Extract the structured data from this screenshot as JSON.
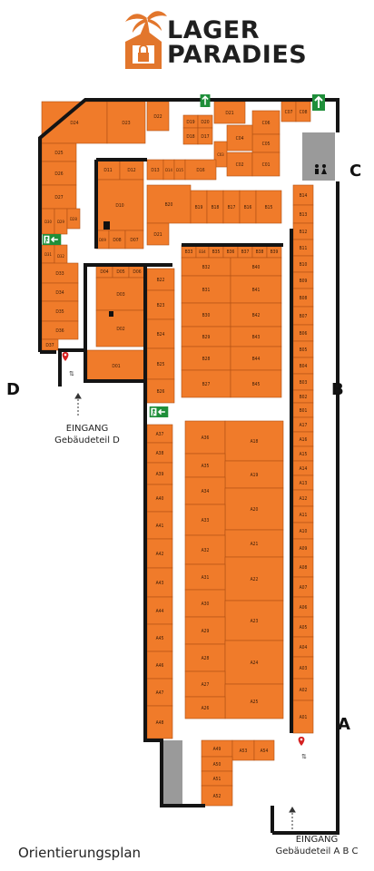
{
  "logo": {
    "line1": "LAGER",
    "line2": "PARADIES"
  },
  "caption": "Orientierungsplan",
  "wings": {
    "a": "A",
    "b": "B",
    "c": "C",
    "d": "D"
  },
  "entrance_d": {
    "title": "EINGANG",
    "sub": "Gebäudeteil D"
  },
  "entrance_abc": {
    "title": "EINGANG",
    "sub": "Gebäudeteil A B C"
  },
  "colors": {
    "unit": "#f07b2a",
    "wall": "#141414",
    "unit_line": "#b05015",
    "logo_orange": "#e2762c",
    "exit_green": "#1f8f3a",
    "wc_gray": "#9a9a9a",
    "entrance_red": "#d42020"
  },
  "icons": [
    "exit-sign-icon",
    "arrow-icon",
    "elevator-icon",
    "wc-icon",
    "location-pin-icon",
    "palm-tree-icon",
    "padlock-icon"
  ],
  "units": [
    "D22",
    "D21",
    "D19",
    "D20",
    "D18",
    "D17",
    "C06",
    "C05",
    "C07",
    "C08",
    "D24",
    "D23",
    "C04",
    "D25",
    "C03",
    "C02",
    "C01",
    "D26",
    "D11",
    "D12",
    "D13",
    "D14",
    "D15",
    "D16",
    "B14",
    "D27",
    "D10",
    "B13",
    "D30",
    "D29",
    "D28",
    "B20",
    "B19",
    "B18",
    "B17",
    "B16",
    "B15",
    "B12",
    "D09",
    "D08",
    "D07",
    "D21",
    "B11",
    "D31",
    "D32",
    "B33",
    "B34",
    "B35",
    "B36",
    "B37",
    "B38",
    "B39",
    "B10",
    "D33",
    "D04",
    "D05",
    "D06",
    "B22",
    "B32",
    "B40",
    "B09",
    "D34",
    "D03",
    "B23",
    "B08",
    "D35",
    "B31",
    "B41",
    "B07",
    "B30",
    "B42",
    "B06",
    "D36",
    "D02",
    "B24",
    "B29",
    "B43",
    "B05",
    "D37",
    "B04",
    "D01",
    "B25",
    "B28",
    "B44",
    "B03",
    "B02",
    "B26",
    "B27",
    "B45",
    "B01",
    "A17",
    "A16",
    "A37",
    "A36",
    "A18",
    "A15",
    "A38",
    "A14",
    "A39",
    "A35",
    "A19",
    "A13",
    "A12",
    "A40",
    "A34",
    "A20",
    "A11",
    "A10",
    "A41",
    "A33",
    "A21",
    "A09",
    "A42",
    "A32",
    "A22",
    "A08",
    "A43",
    "A31",
    "A07",
    "A44",
    "A30",
    "A23",
    "A06",
    "A45",
    "A29",
    "A05",
    "A46",
    "A28",
    "A24",
    "A04",
    "A47",
    "A27",
    "A25",
    "A03",
    "A26",
    "A02",
    "A48",
    "A01",
    "A49",
    "A53",
    "A54",
    "A50",
    "A51",
    "A52"
  ]
}
